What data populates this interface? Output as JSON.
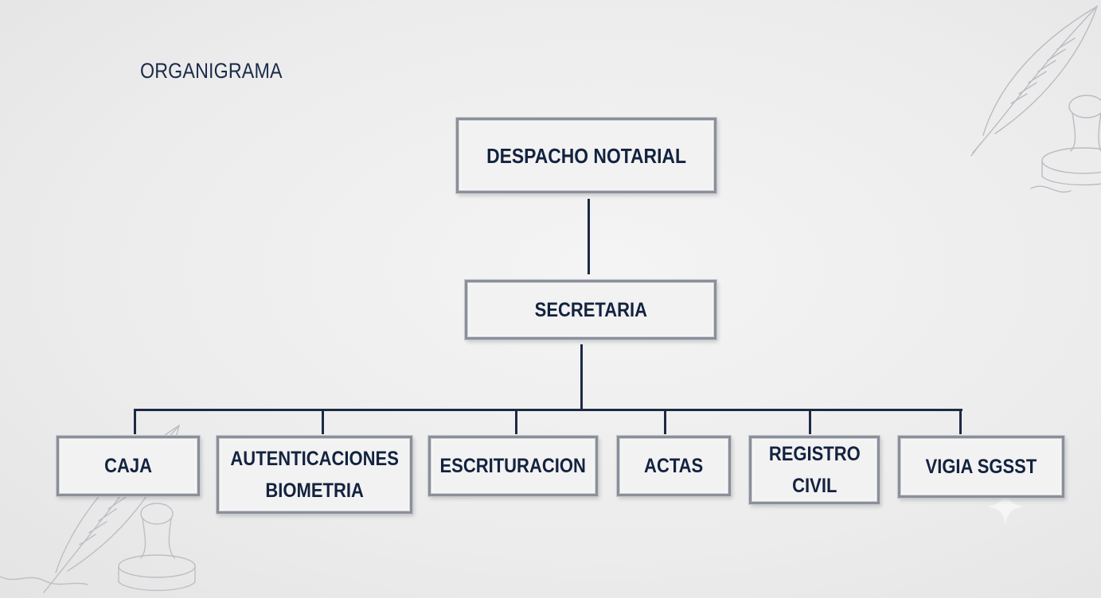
{
  "slide": {
    "title": "ORGANIGRAMA"
  },
  "org_chart": {
    "root": "DESPACHO NOTARIAL",
    "level2": "SECRETARIA",
    "departments": [
      "CAJA",
      "AUTENTICACIONES\nBIOMETRIA",
      "ESCRITURACION",
      "ACTAS",
      "REGISTRO\nCIVIL",
      "VIGIA SGSST"
    ]
  },
  "decorations": {
    "top_right": [
      "feather-quill-icon",
      "notary-stamp-icon"
    ],
    "bottom_left": [
      "feather-quill-icon",
      "notary-stamp-icon"
    ],
    "line_color": "#1c2a44",
    "text_color": "#13223f"
  }
}
